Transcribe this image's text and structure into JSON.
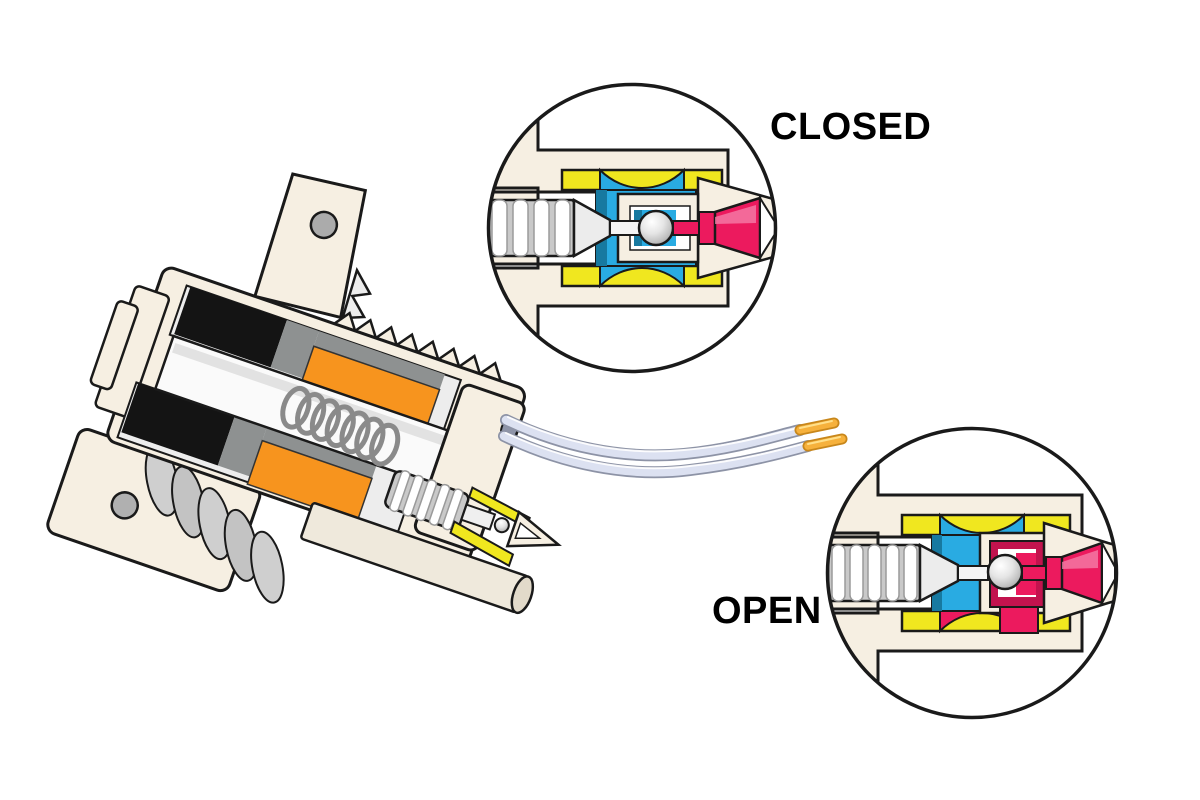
{
  "labels": {
    "closed": "CLOSED",
    "open": "OPEN"
  },
  "colors": {
    "background": "#FFFFFF",
    "outline": "#1A1A1A",
    "body_cream": "#F6EFE2",
    "body_cream_shade": "#E7DECB",
    "core_black": "#141414",
    "metal_gray": "#8E9191",
    "plunger_gray": "#C9C9C9",
    "coil_orange": "#F7941E",
    "seal_yellow": "#F0E71F",
    "fluid_cyan": "#29ABE2",
    "fluid_cyan_dark": "#1779A0",
    "fluid_pink": "#EC1A5E",
    "fluid_pink_dark": "#C2134E",
    "fluid_pink_light": "#F584AE",
    "wire_sheath": "#DCE1F1",
    "wire_outline": "#8D93A6",
    "wire_tip_orange": "#F6B13C",
    "wire_tip_dark": "#C8871B",
    "wire_tip_gloss": "#FFE08A",
    "label_color": "#000000",
    "white": "#FFFFFF"
  },
  "parts": [
    "solenoid-valve-cutaway",
    "mounting-bracket-top",
    "mounting-plate-bottom",
    "thread-profile",
    "helical-thread",
    "coil-winding-upper",
    "coil-winding-lower",
    "pole-piece-upper",
    "pole-piece-lower",
    "return-spring",
    "guide-pin",
    "valve-tip-assembly",
    "lead-wires",
    "closed-detail-inset",
    "open-detail-inset",
    "armature-plunger",
    "valve-ball",
    "outlet-nozzle",
    "inlet-flow-cyan",
    "outlet-flow-pink"
  ]
}
